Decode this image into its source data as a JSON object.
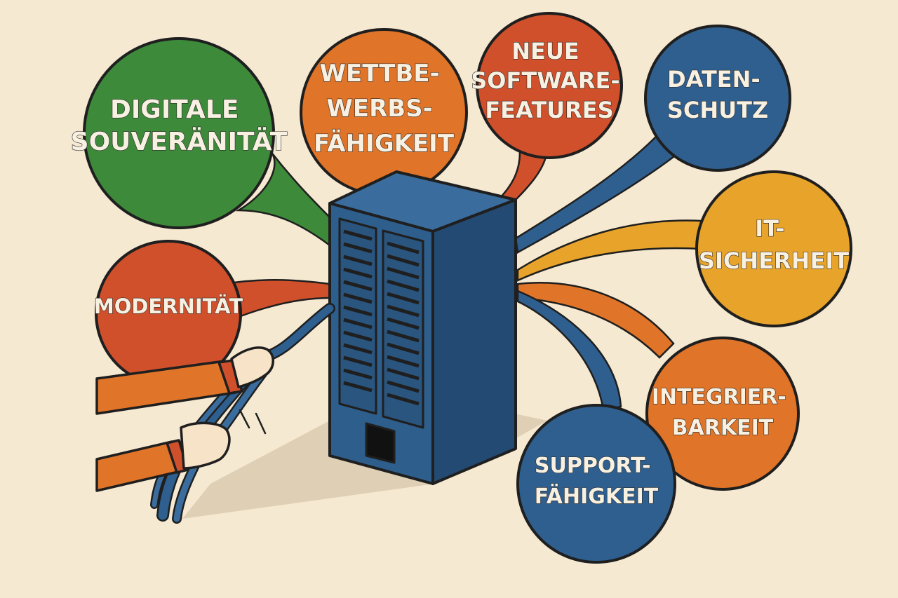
{
  "colors": {
    "background": "#f6e9d2",
    "outline": "#1f1f1f",
    "green": "#3d8a3a",
    "orange": "#e07428",
    "red_orange": "#d0502c",
    "blue": "#2e5f8f",
    "yellow": "#e8a42a",
    "server": "#2e5e8c",
    "server_side": "#234a72",
    "server_top": "#3a6d9d"
  },
  "bubbles": [
    {
      "id": "digitale-souveranitat",
      "color": "green",
      "lines": [
        "DIGITALE",
        "SOUVERÄNITÄT"
      ]
    },
    {
      "id": "wettbewerbsfahigkeit",
      "color": "orange",
      "lines": [
        "WETTBE-",
        "WERBS-",
        "FÄHIGKEIT"
      ]
    },
    {
      "id": "neue-software-features",
      "color": "red_orange",
      "lines": [
        "NEUE",
        "SOFTWARE-",
        "FEATURES"
      ]
    },
    {
      "id": "datenschutz",
      "color": "blue",
      "lines": [
        "DATEN-",
        "SCHUTZ"
      ]
    },
    {
      "id": "it-sicherheit",
      "color": "yellow",
      "lines": [
        "IT-",
        "SICHERHEIT"
      ]
    },
    {
      "id": "modernitat",
      "color": "red_orange",
      "lines": [
        "MODERNITÄT"
      ]
    },
    {
      "id": "integrierbarkeit",
      "color": "orange",
      "lines": [
        "INTEGRIER-",
        "BARKEIT"
      ]
    },
    {
      "id": "supportfahigkeit",
      "color": "blue",
      "lines": [
        "SUPPORT-",
        "FÄHIGKEIT"
      ]
    }
  ],
  "icons": {
    "server": "server-tower-icon",
    "hands": "hands-pulling-cables-icon"
  }
}
